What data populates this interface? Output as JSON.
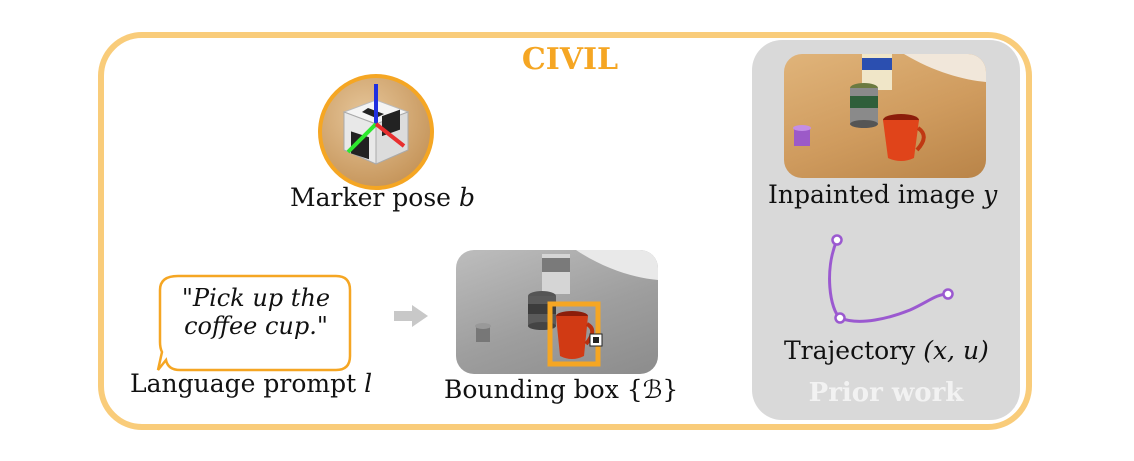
{
  "title": "CIVIL",
  "prior_label": "Prior work",
  "marker": {
    "caption": "Marker pose",
    "var": "b"
  },
  "language": {
    "prompt_line1": "\"Pick up the",
    "prompt_line2": "coffee cup.\"",
    "caption": "Language prompt",
    "var": "l"
  },
  "bbox": {
    "caption": "Bounding box",
    "var": "{ℬ}"
  },
  "inpainted": {
    "caption": "Inpainted image",
    "var": "y"
  },
  "trajectory": {
    "caption": "Trajectory",
    "var": "(x, u)"
  },
  "colors": {
    "accent": "#f5a623",
    "frame": "#f9cc7a",
    "prior_bg": "#d9d9d9",
    "trajectory": "#9b59d0"
  },
  "icons": [
    "marker-cube-icon",
    "speech-bubble-icon",
    "right-arrow-icon",
    "trajectory-curve-icon"
  ]
}
